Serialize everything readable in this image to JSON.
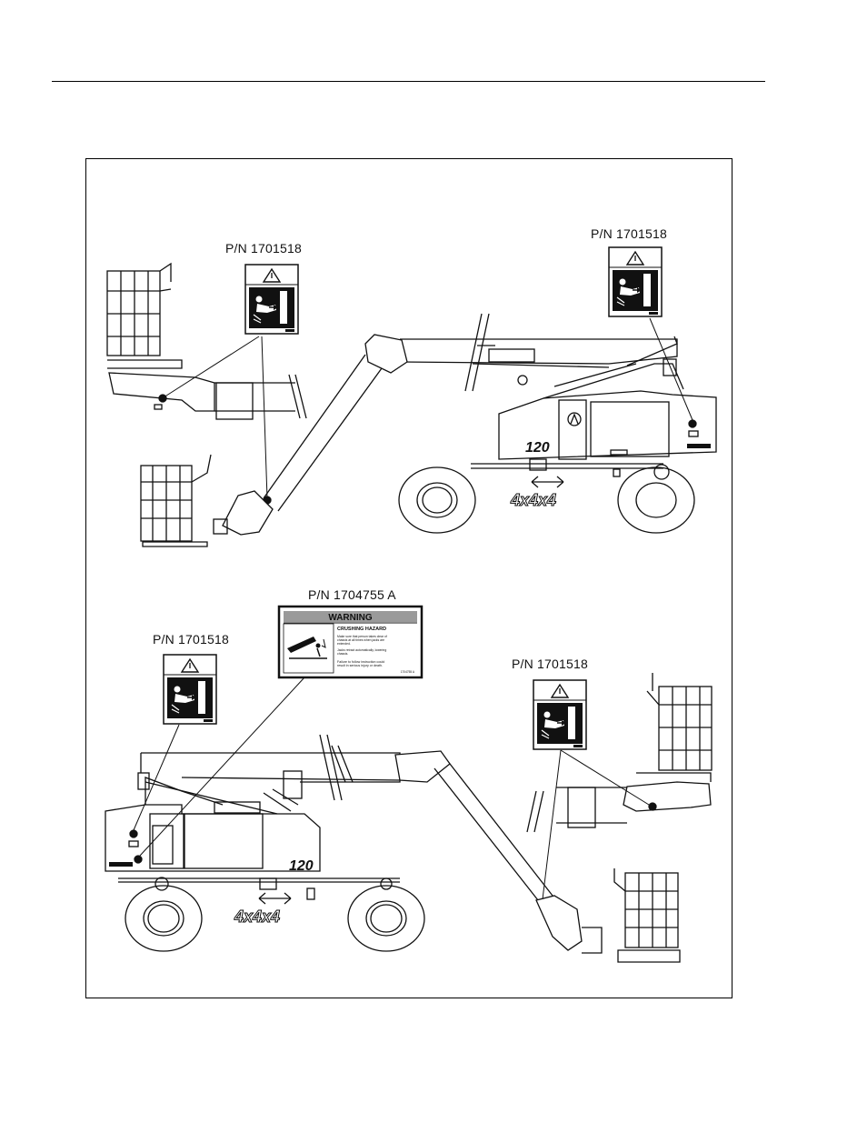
{
  "labels": {
    "pn_top_left": "P/N 1701518",
    "pn_top_right": "P/N 1701518",
    "pn_mid": "P/N 1704755 A",
    "pn_bottom_left": "P/N 1701518",
    "pn_bottom_right": "P/N 1701518"
  },
  "warning_decal": {
    "header": "WARNING",
    "hazard": "CRUSHING HAZARD",
    "bullet1_line1": "Make sure that person takes clear of",
    "bullet1_line2": "chassis at all times when jacks are",
    "bullet1_line3": "extended.",
    "bullet2_line1": "Jacks retract automatically, lowering",
    "bullet2_line2": "chassis.",
    "footer_line1": "Failure to follow instruction could",
    "footer_line2": "result in serious injury or death.",
    "code": "1704755 A"
  },
  "machine": {
    "model_top": "120",
    "model_bottom": "120",
    "badge_top": "4x4x4",
    "badge_bottom": "4x4x4"
  },
  "colors": {
    "line": "#111111",
    "decal_header": "#9a9a9a"
  }
}
